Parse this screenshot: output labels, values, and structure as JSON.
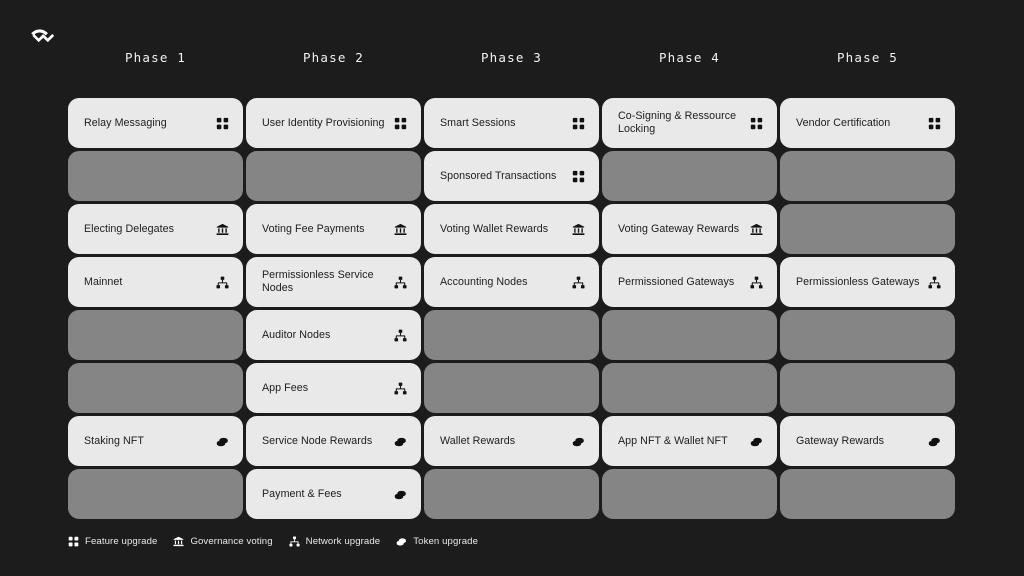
{
  "brand": {
    "logo_name": "walletconnect-logo",
    "background_color": "#1c1c1c"
  },
  "colors": {
    "background": "#1c1c1c",
    "card_filled": "#e9e9e9",
    "card_empty": "#858585",
    "card_text": "#1d1d1d",
    "header_text": "#f2f2f2"
  },
  "columns": [
    {
      "label": "Phase 1"
    },
    {
      "label": "Phase 2"
    },
    {
      "label": "Phase 3"
    },
    {
      "label": "Phase 4"
    },
    {
      "label": "Phase 5"
    }
  ],
  "cards": [
    {
      "label": "Relay Messaging",
      "icon": "feature-upgrade-icon",
      "filled": true
    },
    {
      "label": "User Identity Provisioning",
      "icon": "feature-upgrade-icon",
      "filled": true
    },
    {
      "label": "Smart Sessions",
      "icon": "feature-upgrade-icon",
      "filled": true
    },
    {
      "label": "Co-Signing & Ressource Locking",
      "icon": "feature-upgrade-icon",
      "filled": true
    },
    {
      "label": "Vendor Certification",
      "icon": "feature-upgrade-icon",
      "filled": true
    },
    {
      "label": "",
      "icon": "",
      "filled": false
    },
    {
      "label": "",
      "icon": "",
      "filled": false
    },
    {
      "label": "Sponsored Transactions",
      "icon": "feature-upgrade-icon",
      "filled": true
    },
    {
      "label": "",
      "icon": "",
      "filled": false
    },
    {
      "label": "",
      "icon": "",
      "filled": false
    },
    {
      "label": "Electing Delegates",
      "icon": "governance-voting-icon",
      "filled": true
    },
    {
      "label": "Voting Fee Payments",
      "icon": "governance-voting-icon",
      "filled": true
    },
    {
      "label": "Voting Wallet Rewards",
      "icon": "governance-voting-icon",
      "filled": true
    },
    {
      "label": "Voting Gateway Rewards",
      "icon": "governance-voting-icon",
      "filled": true
    },
    {
      "label": "",
      "icon": "",
      "filled": false
    },
    {
      "label": "Mainnet",
      "icon": "network-upgrade-icon",
      "filled": true
    },
    {
      "label": "Permissionless Service Nodes",
      "icon": "network-upgrade-icon",
      "filled": true
    },
    {
      "label": "Accounting Nodes",
      "icon": "network-upgrade-icon",
      "filled": true
    },
    {
      "label": "Permissioned Gateways",
      "icon": "network-upgrade-icon",
      "filled": true
    },
    {
      "label": "Permissionless Gateways",
      "icon": "network-upgrade-icon",
      "filled": true
    },
    {
      "label": "",
      "icon": "",
      "filled": false
    },
    {
      "label": "Auditor Nodes",
      "icon": "network-upgrade-icon",
      "filled": true
    },
    {
      "label": "",
      "icon": "",
      "filled": false
    },
    {
      "label": "",
      "icon": "",
      "filled": false
    },
    {
      "label": "",
      "icon": "",
      "filled": false
    },
    {
      "label": "",
      "icon": "",
      "filled": false
    },
    {
      "label": "App Fees",
      "icon": "network-upgrade-icon",
      "filled": true
    },
    {
      "label": "",
      "icon": "",
      "filled": false
    },
    {
      "label": "",
      "icon": "",
      "filled": false
    },
    {
      "label": "",
      "icon": "",
      "filled": false
    },
    {
      "label": "Staking NFT",
      "icon": "token-upgrade-icon",
      "filled": true
    },
    {
      "label": "Service Node Rewards",
      "icon": "token-upgrade-icon",
      "filled": true
    },
    {
      "label": "Wallet Rewards",
      "icon": "token-upgrade-icon",
      "filled": true
    },
    {
      "label": "App NFT & Wallet NFT",
      "icon": "token-upgrade-icon",
      "filled": true
    },
    {
      "label": "Gateway Rewards",
      "icon": "token-upgrade-icon",
      "filled": true
    },
    {
      "label": "",
      "icon": "",
      "filled": false
    },
    {
      "label": "Payment & Fees",
      "icon": "token-upgrade-icon",
      "filled": true
    },
    {
      "label": "",
      "icon": "",
      "filled": false
    },
    {
      "label": "",
      "icon": "",
      "filled": false
    },
    {
      "label": "",
      "icon": "",
      "filled": false
    }
  ],
  "legend": [
    {
      "label": "Feature upgrade",
      "icon": "feature-upgrade-icon"
    },
    {
      "label": "Governance voting",
      "icon": "governance-voting-icon"
    },
    {
      "label": "Network upgrade",
      "icon": "network-upgrade-icon"
    },
    {
      "label": "Token upgrade",
      "icon": "token-upgrade-icon"
    }
  ]
}
